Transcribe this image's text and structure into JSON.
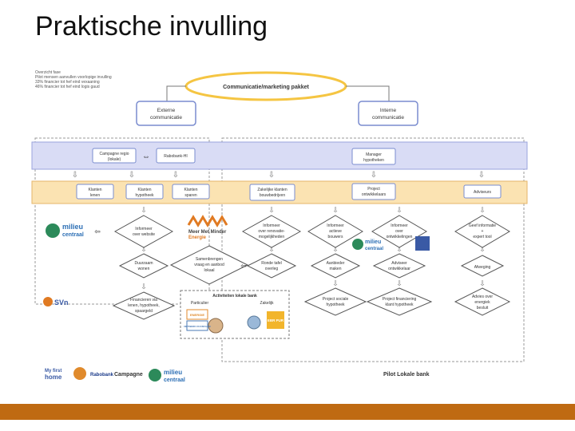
{
  "slide": {
    "title": "Praktische invulling"
  },
  "notes": {
    "line1": "Overzicht fase",
    "line2": "Pilot mensen aanvullen voorlopige invulling",
    "line3": "33% financier tot hef eind vexaaning",
    "line4": "46% financier tot hef eind logis gaud"
  },
  "top": {
    "pakket": "Communicatie/marketing pakket",
    "externe_1": "Externe",
    "externe_2": "communicatie",
    "interne_1": "Interne",
    "interne_2": "communicatie"
  },
  "band1": {
    "campagne_1": "Campagne regio",
    "campagne_2": "(lokale)",
    "rabobank": "Rabobank-HI",
    "manager_1": "Manager",
    "manager_2": "hypotheken"
  },
  "band2": {
    "klant_lenen_1": "Klanten",
    "klant_lenen_2": "lenen",
    "klant_hyp_1": "Klanten",
    "klant_hyp_2": "hypotheek",
    "klant_sparen_1": "Klanten",
    "klant_sparen_2": "sparen",
    "zakelijk_1": "Zakelijke klanten",
    "zakelijk_2": "bouwbedrijven",
    "project_1": "Project",
    "project_2": "ontwikkelaars",
    "adviseurs": "Adviseurs"
  },
  "flow": {
    "inform_1": "Informeer",
    "inform_2": "over website",
    "inform_zak_1": "Informeer",
    "inform_zak_2": "over renovatie-",
    "inform_zak_3": "mogelijkheden",
    "inform_bouw_1": "Informeer",
    "inform_bouw_2": "actieve",
    "inform_bouw_3": "bouwers",
    "inform_ont_1": "Informeer",
    "inform_ont_2": "over",
    "inform_ont_3": "ontwikkelingen",
    "inform_adv_1": "Geef informatie",
    "inform_adv_2": "+",
    "inform_adv_3": "expert tool",
    "duurzaam_1": "Duurzaam",
    "duurzaam_2": "wonen",
    "samenbrengen_1": "Samenbrengen",
    "samenbrengen_2": "vraag en aanbod",
    "samenbrengen_3": "lokaal",
    "rondetafel_1": "Ronde tafel",
    "rondetafel_2": "overleg",
    "aanbieder_1": "Aanbieder",
    "aanbieder_2": "maken",
    "adviseer_1": "Adviseer",
    "adviseer_2": "ontwikkelaar",
    "afweging": "Afweging",
    "financier_1": "Financieren via",
    "financier_2": "lenen, hypotheek,",
    "financier_3": "spaargeld",
    "proj_fin_1": "Project sociale",
    "proj_fin_2": "hypotheek",
    "proj_fin2_1": "Project financiering",
    "proj_fin2_2": "klant hypotheek",
    "adv_fin_1": "Advies over",
    "adv_fin_2": "energiek",
    "adv_fin_3": "besluit",
    "activiteiten": "Activiteiten lokale bank",
    "particulier": "Particulier",
    "zakelijk": "Zakelijk"
  },
  "logos": {
    "milieu_1": "milieu",
    "milieu_2": "centraal",
    "meer_1": "Meer Met Minder",
    "meer_2": "Energie",
    "svn": "SVn",
    "myfirst_1": "My first",
    "myfirst_2": "home",
    "rabobank": "Rabobank",
    "energie": "ENERGIE",
    "ebr": "EBR PUR",
    "nuttig": "NETWERK DUURZAAM"
  },
  "footer": {
    "campagne": "Campagne",
    "pilot": "Pilot Lokale bank"
  },
  "colors": {
    "band_purple": "#d9dcf5",
    "band_orange": "#fbe3b2",
    "accent_orange": "#bf6a12",
    "oval_yellow": "#f5c542",
    "box_border": "#7a8ccf"
  }
}
